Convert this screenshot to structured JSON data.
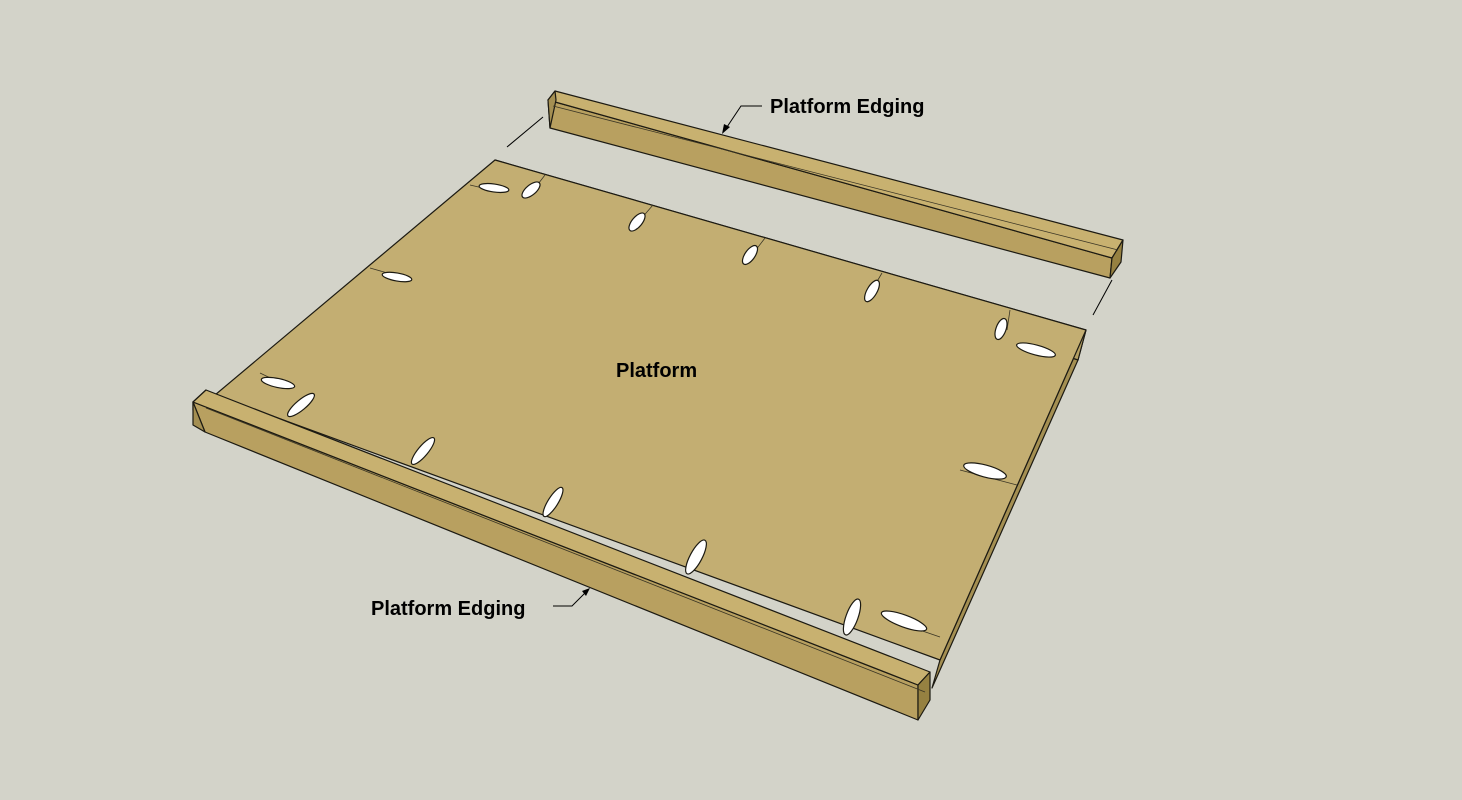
{
  "labels": {
    "top_edging": "Platform Edging",
    "platform": "Platform",
    "bottom_edging": "Platform Edging"
  },
  "colors": {
    "background": "#d3d3c9",
    "platform_top": "#c3ae72",
    "platform_side": "#a48f52",
    "edging_top": "#c8b170",
    "edging_front": "#b8a060",
    "edging_end": "#968141",
    "hole": "#ffffff",
    "outline": "#1c1a12"
  }
}
